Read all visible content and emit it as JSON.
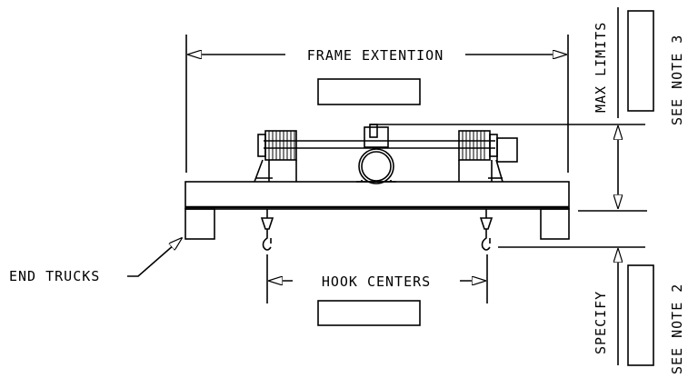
{
  "labels": {
    "frame_extension": "FRAME EXTENTION",
    "hook_centers": "HOOK CENTERS",
    "end_trucks": "END TRUCKS",
    "max_limits": "MAX LIMITS",
    "specify": "SPECIFY",
    "see_note_3": "SEE NOTE 3",
    "see_note_2": "SEE NOTE 2"
  },
  "colors": {
    "ink": "#000000",
    "paper": "#ffffff"
  }
}
